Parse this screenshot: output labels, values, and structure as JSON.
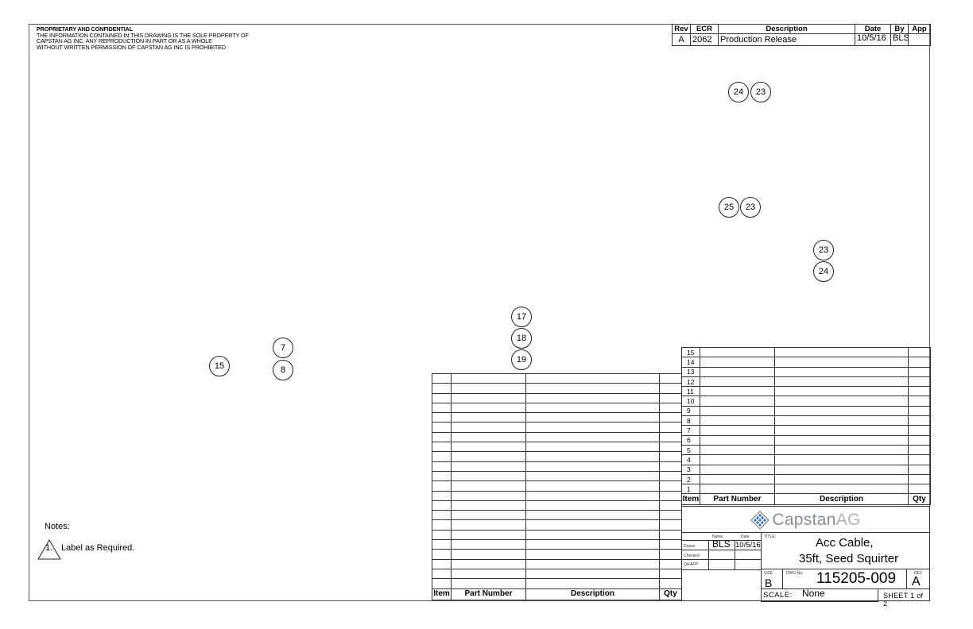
{
  "confidential": {
    "heading": "PROPRIETARY AND CONFIDENTIAL",
    "lines": [
      "THE INFORMATION CONTAINED IN THIS DRAWING IS THE SOLE PROPERTY OF",
      "CAPSTAN AG INC. ANY REPRODUCTION IN PART OR AS A WHOLE",
      "WITHOUT WRITTEN PERMISSION OF CAPSTAN AG INC IS PROHIBITED"
    ]
  },
  "revision_block": {
    "headers": [
      "Rev",
      "ECR",
      "Description",
      "Date",
      "By",
      "App"
    ],
    "rows": [
      [
        "A",
        "2062",
        "Production Release",
        "10/5/16",
        "BLS",
        ""
      ]
    ]
  },
  "balloons": [
    "24",
    "23",
    "25",
    "23",
    "23",
    "24",
    "17",
    "18",
    "19",
    "7",
    "8",
    "15"
  ],
  "notes": {
    "title": "Notes:",
    "items": [
      {
        "flag": "1.",
        "text": "Label as Required."
      }
    ]
  },
  "bom_right": {
    "headers": [
      "Item",
      "Part Number",
      "Description",
      "Qty"
    ],
    "items": [
      "15",
      "14",
      "13",
      "12",
      "11",
      "10",
      "9",
      "8",
      "7",
      "6",
      "5",
      "4",
      "3",
      "2",
      "1"
    ]
  },
  "bom_left": {
    "headers": [
      "Item",
      "Part Number",
      "Description",
      "Qty"
    ],
    "row_count": 22
  },
  "title_block": {
    "logo_text_1": "Capstan",
    "logo_text_2": "AG",
    "name_label": "Name",
    "date_label": "Date",
    "drawn_label": "Drawn",
    "checked_label": "Checked",
    "qa_label": "QA APP",
    "drawn_name": "BLS",
    "drawn_date": "10/5/16",
    "title_label": "TITLE:",
    "title_line1": "Acc Cable,",
    "title_line2": "35ft, Seed Squirter",
    "size_label": "SIZE",
    "size": "B",
    "dwg_label": "DWG No:",
    "dwg_no": "115205-009",
    "rev_label": "REV",
    "rev": "A",
    "scale_label": "SCALE:",
    "scale": "None",
    "sheet": "SHEET 1 of 2"
  },
  "colors": {
    "logo_blue": "#2a6ebb",
    "logo_text": "#8a8f96"
  }
}
